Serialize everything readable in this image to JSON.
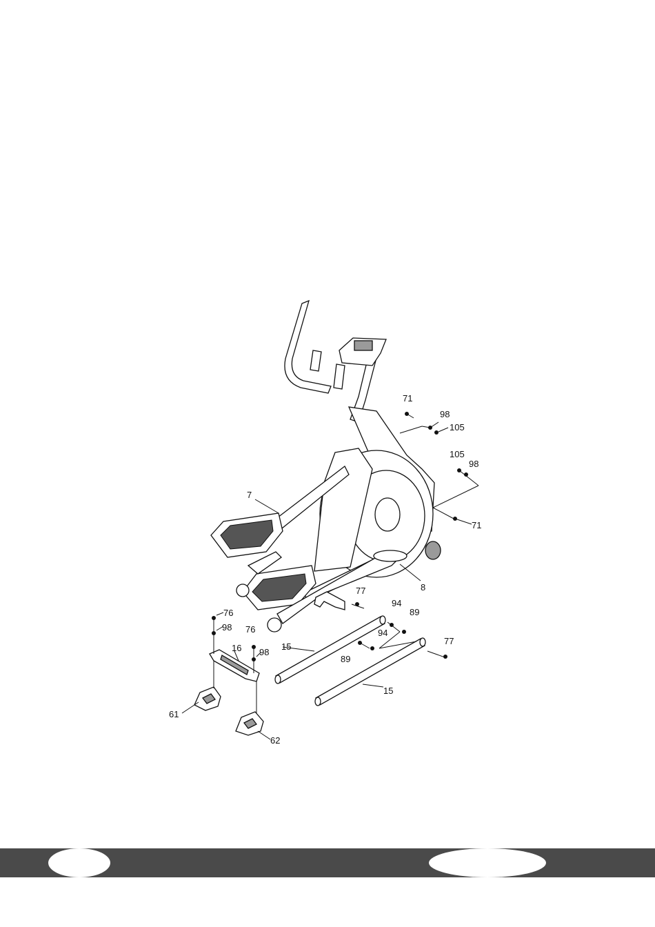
{
  "diagram": {
    "labels": {
      "p7": "7",
      "p8": "8",
      "p15a": "15",
      "p15b": "15",
      "p16": "16",
      "p61": "61",
      "p62": "62",
      "p71a": "71",
      "p71b": "71",
      "p76a": "76",
      "p76b": "76",
      "p77a": "77",
      "p77b": "77",
      "p89a": "89",
      "p89b": "89",
      "p94a": "94",
      "p94b": "94",
      "p98a": "98",
      "p98b": "98",
      "p98c": "98",
      "p98d": "98",
      "p105a": "105",
      "p105b": "105"
    }
  },
  "footer": {
    "bar_color": "#4a4a4a"
  }
}
